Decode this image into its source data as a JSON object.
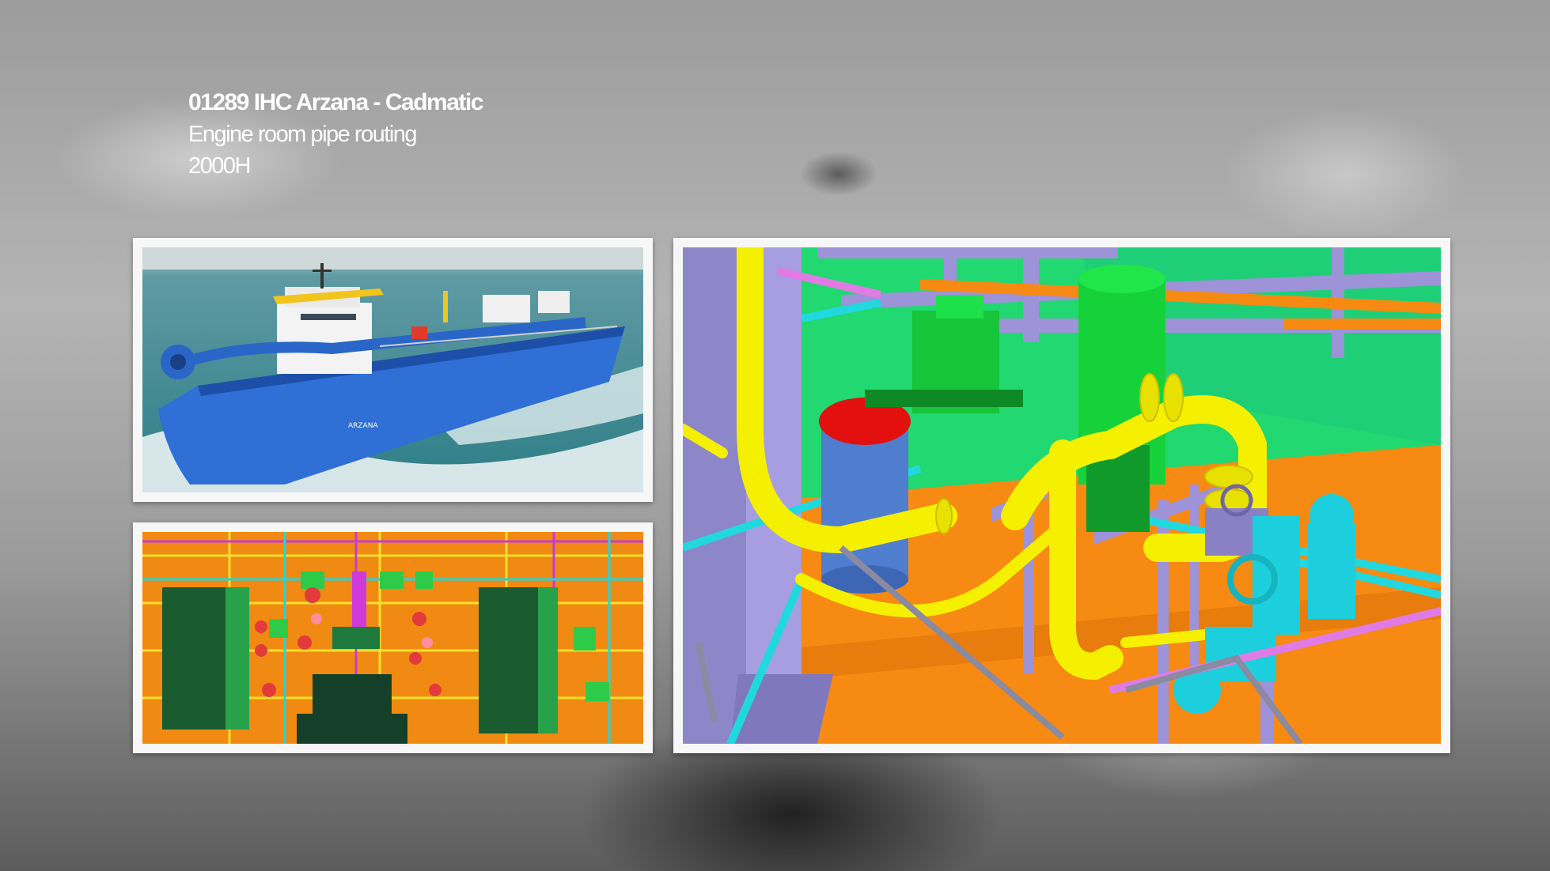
{
  "slide": {
    "title": "01289 IHC Arzana - Cadmatic",
    "subtitle": "Engine room pipe routing",
    "hours": "2000H"
  },
  "images": {
    "ship_photo": "ship photo",
    "deck_plan": "engine room deck plan",
    "pipe_render": "pipe routing 3D render"
  },
  "ship": {
    "hull_name": "ARZANA"
  },
  "colors": {
    "hull_blue": "#2f6fd6",
    "pipe_yellow": "#f5f000",
    "equipment_green": "#16d23a",
    "floor_orange": "#f78a12",
    "steel_lavender": "#9e92d8",
    "valve_cyan": "#22d8df",
    "tank_red": "#e31010"
  }
}
